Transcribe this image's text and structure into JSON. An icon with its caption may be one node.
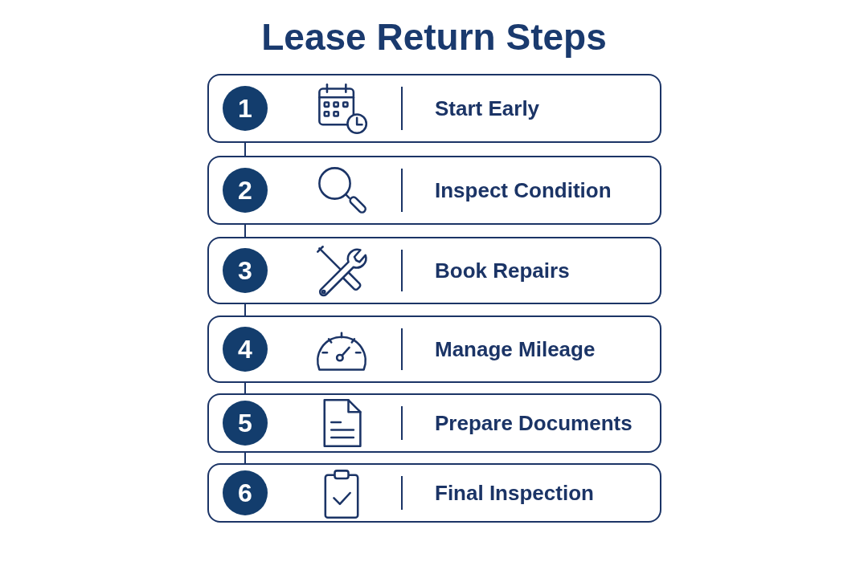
{
  "diagram": {
    "title": "Lease Return Steps",
    "nodes": [
      {
        "text": [
          "Start Early"
        ]
      },
      {
        "text": [
          "1"
        ],
        "in": 0
      },
      {
        "text": [
          "Inspect Condition"
        ]
      },
      {
        "text": [
          "2"
        ],
        "in": 2
      },
      {
        "text": [
          "Book Repairs"
        ]
      },
      {
        "text": [
          "3"
        ],
        "in": 4
      },
      {
        "text": [
          "Manage Mileage"
        ]
      },
      {
        "text": [
          "4"
        ],
        "in": 6
      },
      {
        "text": [
          "Prepare Documents"
        ]
      },
      {
        "text": [
          "5"
        ],
        "in": 8
      },
      {
        "text": [
          "Final Inspection"
        ]
      },
      {
        "text": [
          "6"
        ],
        "in": 10
      }
    ],
    "edges": [
      {
        "from": 0,
        "to": 2,
        "arrow": "none"
      },
      {
        "from": 2,
        "to": 4,
        "arrow": "none"
      },
      {
        "from": 4,
        "to": 6,
        "arrow": "none"
      },
      {
        "from": 6,
        "to": 8,
        "arrow": "none"
      },
      {
        "from": 8,
        "to": 10,
        "arrow": "none"
      }
    ]
  }
}
